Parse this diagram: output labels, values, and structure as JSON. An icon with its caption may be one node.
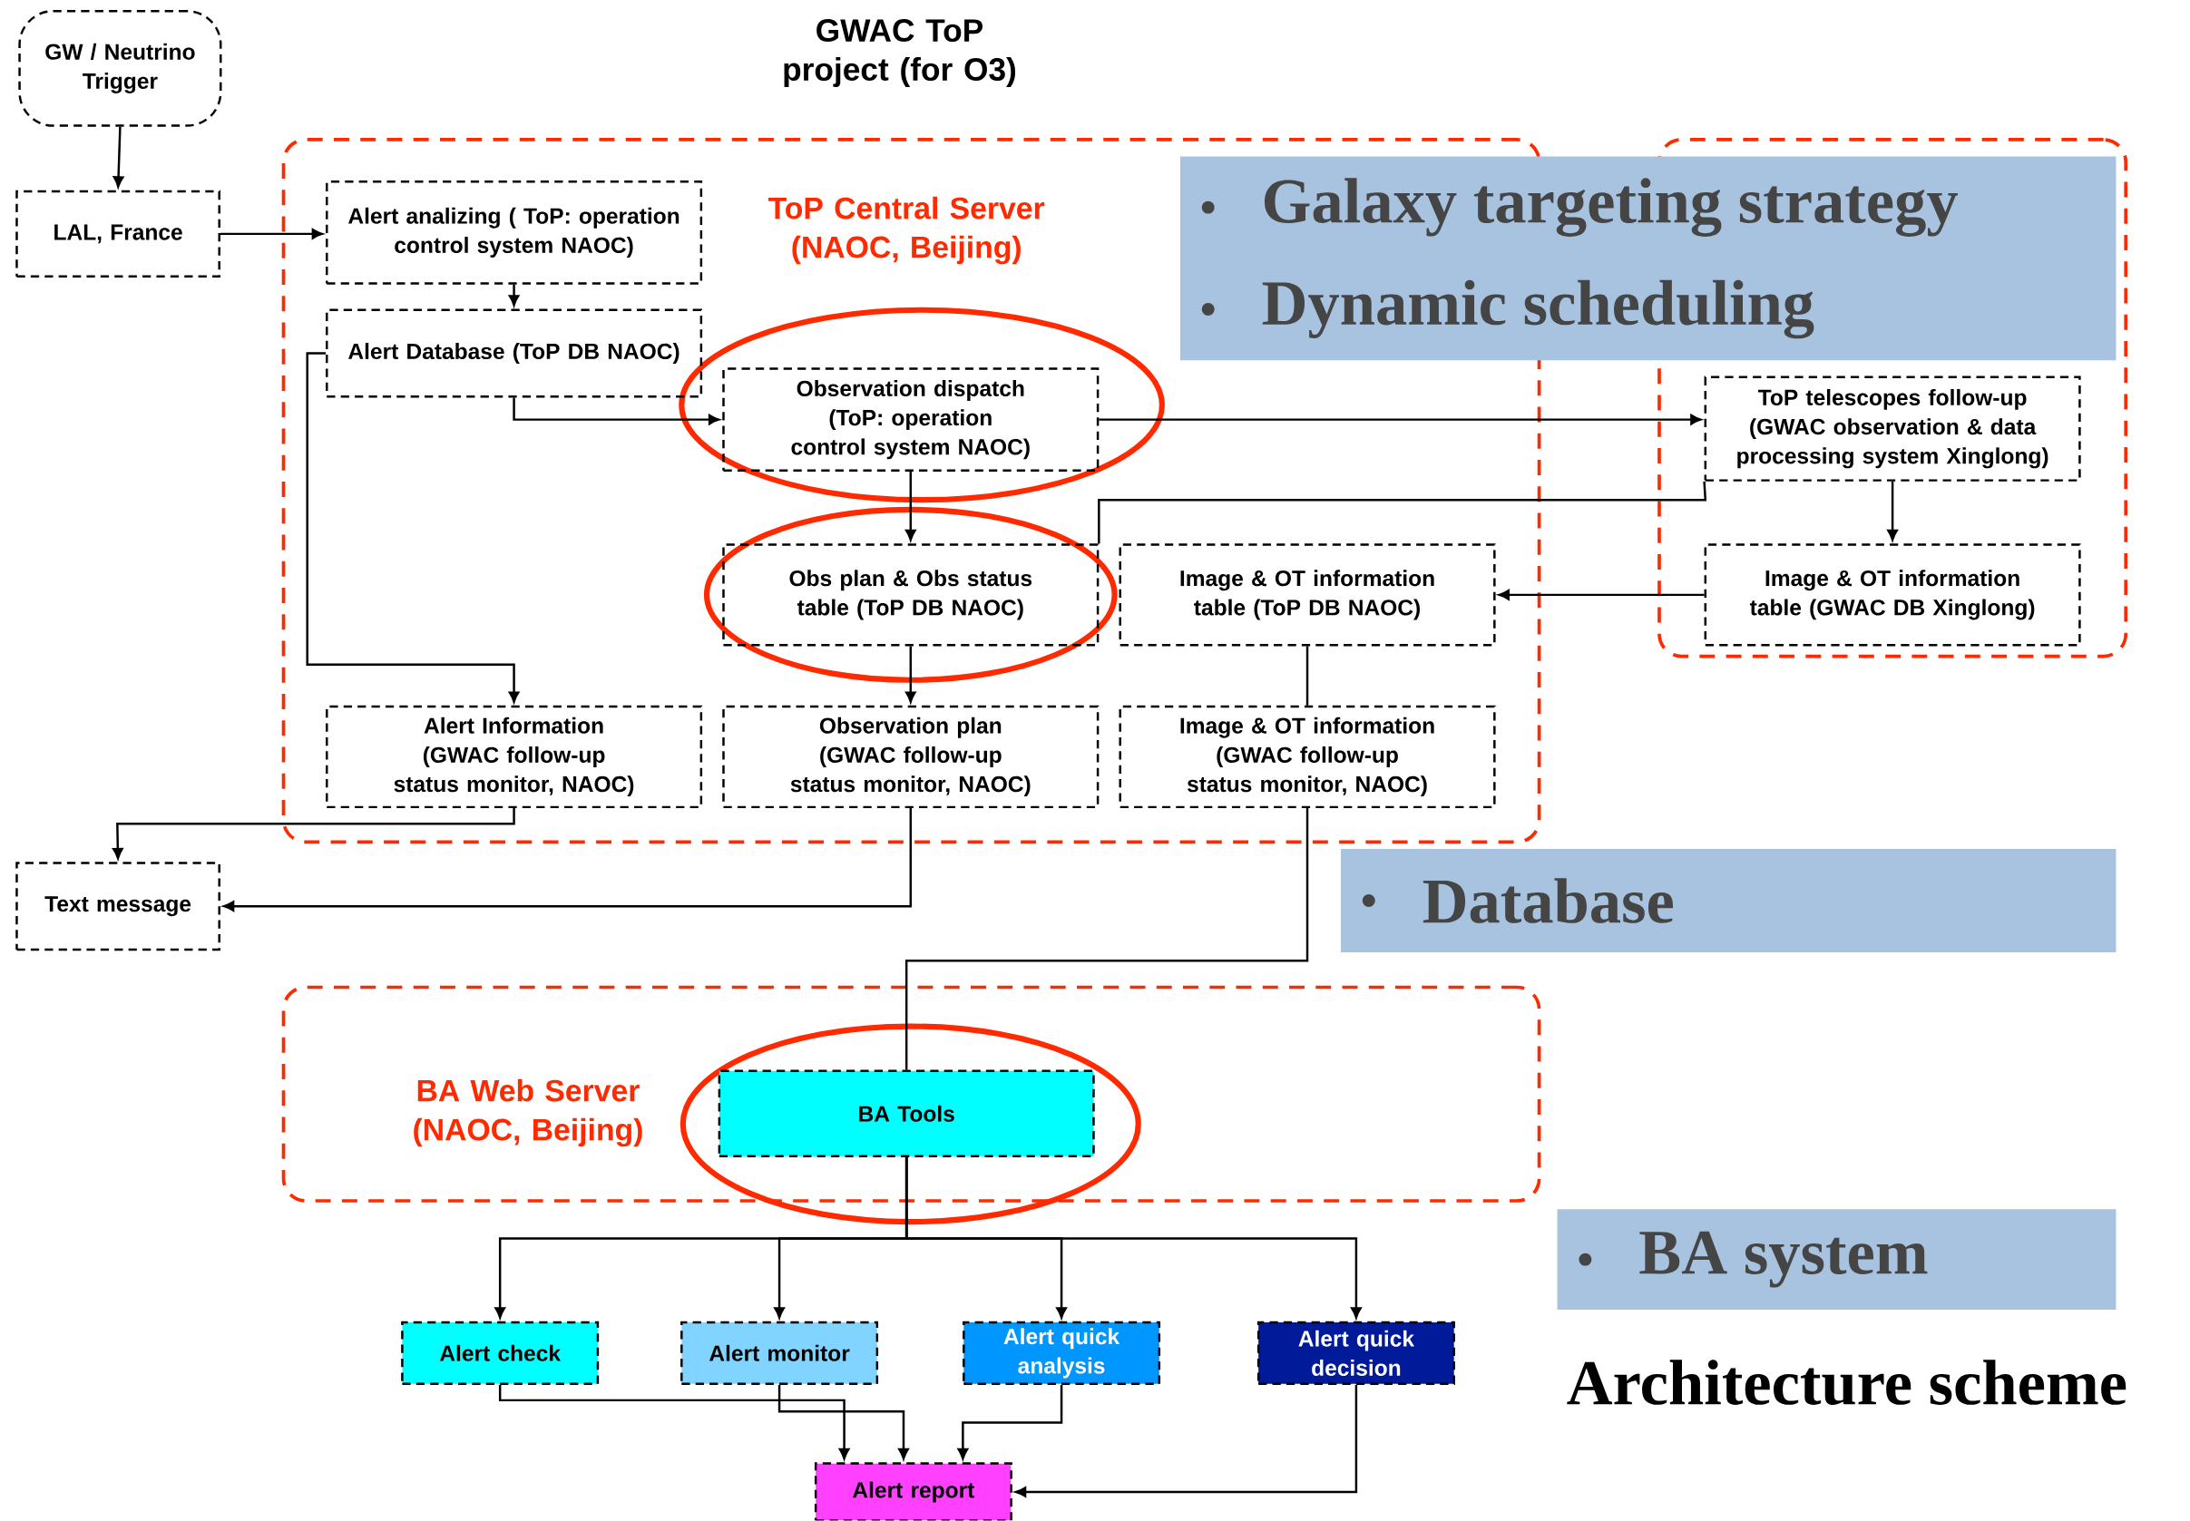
{
  "diagram": {
    "title": "GWAC ToP project (for O3)",
    "nodes": [
      {
        "text": [
          "GW / Neutrino Trigger"
        ]
      },
      {
        "text": [
          "LAL,  France"
        ]
      },
      {
        "text": [
          "ToP Central Server (NAOC, Beijing)"
        ]
      },
      {
        "text": [
          "Alert analizing ( ToP: operation control system NAOC)"
        ],
        "in": 2
      },
      {
        "text": [
          "Alert Database (ToP DB NAOC)"
        ],
        "in": 2
      },
      {
        "text": [
          "Observation dispatch  (ToP: operation control system NAOC)"
        ],
        "in": 2
      },
      {
        "text": [
          "Obs plan & Obs status table (ToP DB  NAOC)"
        ],
        "in": 2
      },
      {
        "text": [
          "Image & OT information table (ToP DB NAOC)"
        ],
        "in": 2
      },
      {
        "text": [
          "Alert Information  (GWAC follow-up status monitor, NAOC)"
        ],
        "in": 2
      },
      {
        "text": [
          "Observation plan  (GWAC follow-up status monitor, NAOC)"
        ],
        "in": 2
      },
      {
        "text": [
          "Image & OT information (GWAC follow-up status monitor, NAOC)"
        ],
        "in": 2
      },
      {
        "text": [],
        "shape": "box"
      },
      {
        "text": [
          "ToP telescopes follow-up (GWAC observation & data processing system Xinglong)"
        ],
        "in": 11
      },
      {
        "text": [
          "Image & OT information table (GWAC DB  Xinglong)"
        ],
        "in": 11
      },
      {
        "text": [
          "Text message"
        ]
      },
      {
        "text": [
          "BA Web Server (NAOC, Beijing)"
        ]
      },
      {
        "text": [
          "BA Tools"
        ],
        "in": 15
      },
      {
        "text": [
          "Alert check"
        ]
      },
      {
        "text": [
          "Alert monitor"
        ]
      },
      {
        "text": [
          "Alert quick analysis"
        ]
      },
      {
        "text": [
          "Alert quick decision"
        ]
      },
      {
        "text": [
          "Alert report"
        ]
      },
      {
        "text": [
          "Galaxy targeting strategy",
          "Dynamic scheduling"
        ]
      },
      {
        "text": [
          "Database"
        ]
      },
      {
        "text": [
          "BA system"
        ]
      }
    ],
    "edges": [
      {
        "from": 0,
        "to": 1,
        "arrow": "to"
      },
      {
        "from": 1,
        "to": 3,
        "arrow": "to"
      },
      {
        "from": 3,
        "to": 4,
        "arrow": "to"
      },
      {
        "from": 4,
        "to": 5,
        "arrow": "to"
      },
      {
        "from": 4,
        "to": 8,
        "arrow": "to"
      },
      {
        "from": 5,
        "to": 12,
        "arrow": "to"
      },
      {
        "from": 5,
        "to": 6,
        "arrow": "to"
      },
      {
        "from": 12,
        "to": 6,
        "arrow": "none"
      },
      {
        "from": 6,
        "to": 9,
        "arrow": "to"
      },
      {
        "from": 7,
        "to": 10,
        "arrow": "none"
      },
      {
        "from": 12,
        "to": 13,
        "arrow": "to"
      },
      {
        "from": 13,
        "to": 7,
        "arrow": "to"
      },
      {
        "from": 8,
        "to": 14,
        "arrow": "to"
      },
      {
        "from": 9,
        "to": 14,
        "arrow": "to"
      },
      {
        "from": 10,
        "to": 16,
        "arrow": "none"
      },
      {
        "from": 16,
        "to": 17,
        "arrow": "to"
      },
      {
        "from": 16,
        "to": 18,
        "arrow": "to"
      },
      {
        "from": 16,
        "to": 19,
        "arrow": "to"
      },
      {
        "from": 16,
        "to": 20,
        "arrow": "to"
      },
      {
        "from": 17,
        "to": 21,
        "arrow": "to"
      },
      {
        "from": 18,
        "to": 21,
        "arrow": "to"
      },
      {
        "from": 19,
        "to": 21,
        "arrow": "to"
      },
      {
        "from": 20,
        "to": 21,
        "arrow": "to"
      }
    ],
    "labels": [
      "Architecture scheme"
    ]
  }
}
